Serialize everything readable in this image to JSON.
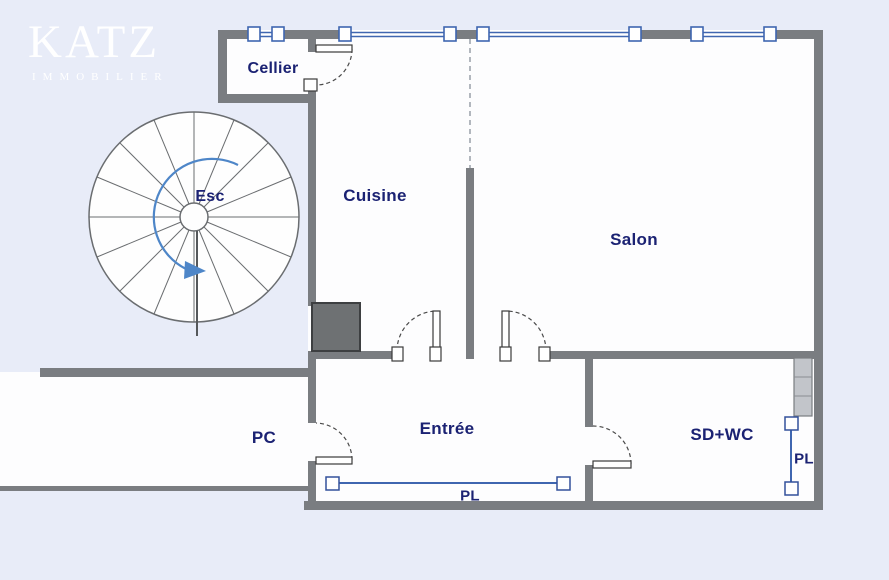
{
  "brand": {
    "name": "KATZ",
    "tagline": "IMMOBILIER"
  },
  "labels": {
    "cellier": "Cellier",
    "cuisine": "Cuisine",
    "salon": "Salon",
    "staircase": "Esc",
    "pc": "PC",
    "entry": "Entrée",
    "shower_wc": "SD+WC",
    "closet_bottom": "PL",
    "closet_right": "PL"
  },
  "colors": {
    "background": "#e8ecf8",
    "wall": "#7a7d81",
    "room_fill": "#fdfdfe",
    "label_text": "#1b2273",
    "window_accent": "#3f66b0",
    "stair_arrow": "#4e86c8",
    "logo_text": "#ffffff"
  }
}
